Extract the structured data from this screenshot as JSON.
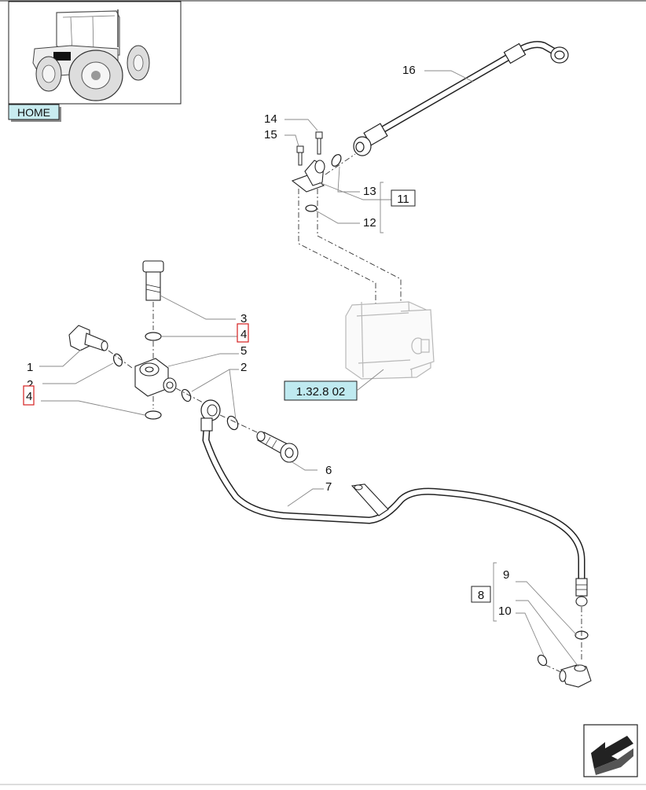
{
  "nav": {
    "home_label": "HOME"
  },
  "reference_box_label": "1.32.8 02",
  "callouts": {
    "c1": "1",
    "c2a": "2",
    "c2b": "2",
    "c3": "3",
    "c4a": "4",
    "c4b": "4",
    "c5": "5",
    "c6": "6",
    "c7": "7",
    "c8": "8",
    "c9": "9",
    "c10": "10",
    "c11": "11",
    "c12": "12",
    "c13": "13",
    "c14": "14",
    "c15": "15",
    "c16": "16"
  },
  "icons": {
    "thumbnail": "tractor-thumbnail-icon",
    "next": "next-page-arrow-icon"
  },
  "colors": {
    "home_bg": "#c8ecf0",
    "ref_box_bg": "#bfeaf0",
    "highlight_border": "#d42020",
    "line": "#222222",
    "leader": "#888888"
  }
}
